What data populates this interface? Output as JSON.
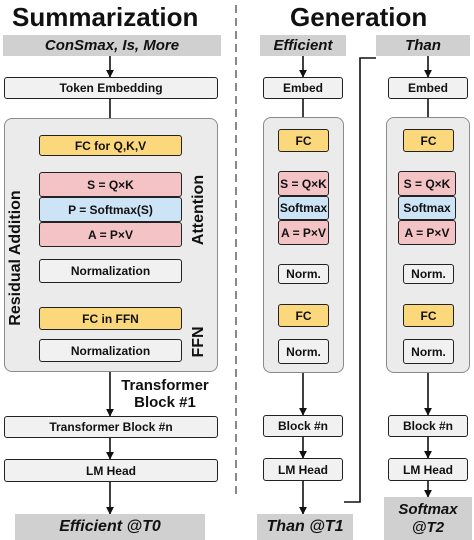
{
  "summarization": {
    "title": "Summarization",
    "input_label": "ConSmax, Is, More",
    "token_embedding": "Token Embedding",
    "fc_qkv": "FC for Q,K,V",
    "s_eq": "S = Q×K",
    "p_eq": "P = Softmax(S)",
    "a_eq": "A = P×V",
    "normalization_1": "Normalization",
    "fc_ffn": "FC in FFN",
    "normalization_2": "Normalization",
    "residual_label": "Residual Addition",
    "attention_label": "Attention",
    "ffn_label": "FFN",
    "block_label_line1": "Transformer",
    "block_label_line2": "Block #1",
    "transformer_block_n": "Transformer Block #n",
    "lm_head": "LM Head",
    "output_label": "Efficient @T0"
  },
  "generation": {
    "title": "Generation",
    "col1": {
      "input_label": "Efficient",
      "embed": "Embed",
      "fc1": "FC",
      "s_eq": "S = Q×K",
      "softmax": "Softmax",
      "a_eq": "A = P×V",
      "norm1": "Norm.",
      "fc2": "FC",
      "norm2": "Norm.",
      "block_n": "Block #n",
      "lm_head": "LM Head",
      "output_label": "Than @T1"
    },
    "col2": {
      "input_label": "Than",
      "embed": "Embed",
      "fc1": "FC",
      "s_eq": "S = Q×K",
      "softmax": "Softmax",
      "a_eq": "A = P×V",
      "norm1": "Norm.",
      "fc2": "FC",
      "norm2": "Norm.",
      "block_n": "Block #n",
      "lm_head": "LM Head",
      "output_line1": "Softmax",
      "output_line2": "@T2"
    }
  },
  "colors": {
    "fc": "#fcd87c",
    "score": "#f4c3c5",
    "softmax": "#cde4f6",
    "box": "#f1f1f1",
    "panel": "#ebebeb",
    "banner": "#d0d0d0"
  }
}
